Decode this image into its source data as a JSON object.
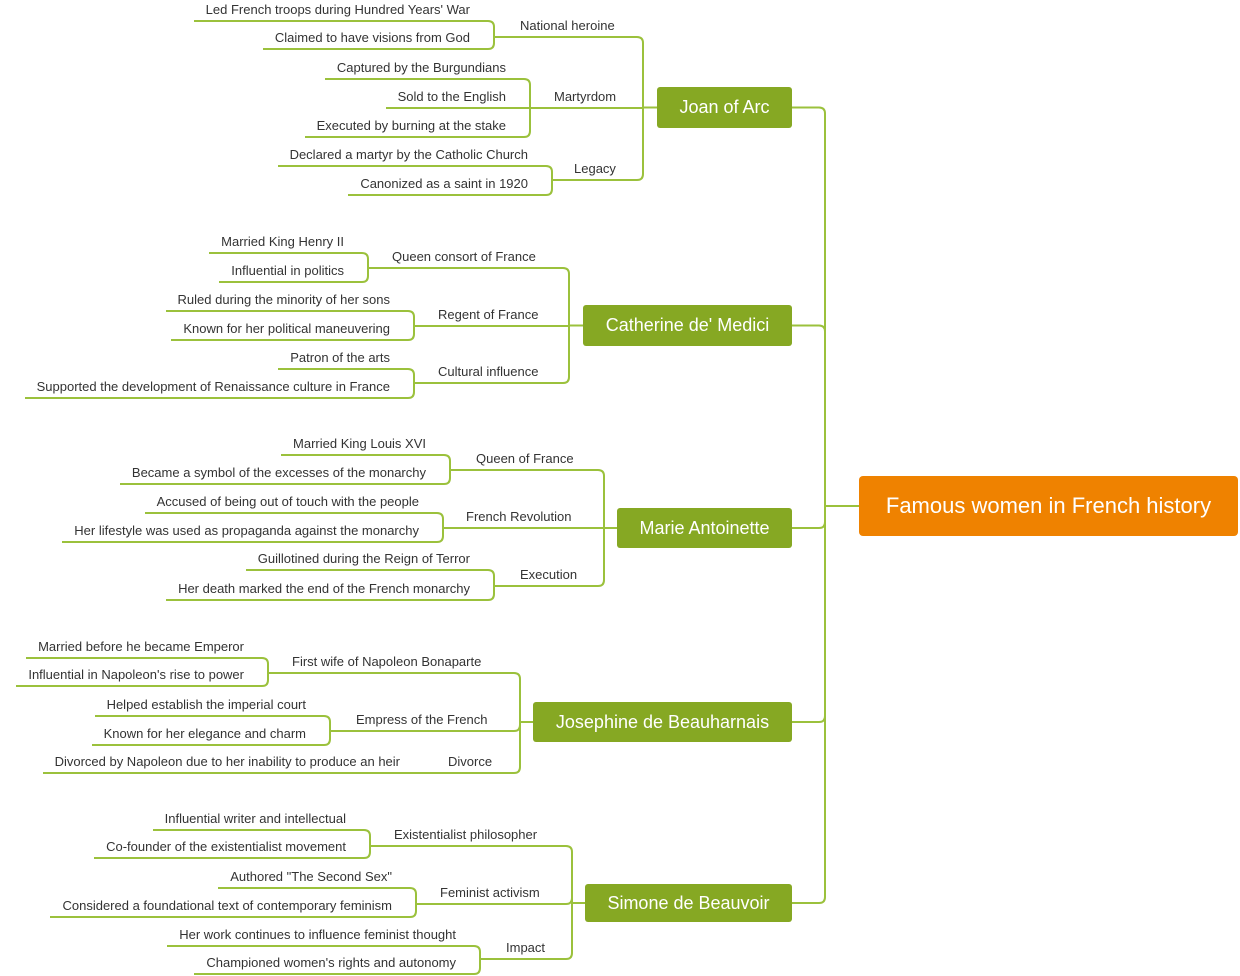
{
  "root": {
    "label": "Famous women in French history"
  },
  "topics": [
    {
      "label": "Joan of Arc",
      "subtopics": [
        {
          "label": "National heroine",
          "leaves": [
            "Led French troops during Hundred Years' War",
            "Claimed to have visions from God"
          ]
        },
        {
          "label": "Martyrdom",
          "leaves": [
            "Captured by the Burgundians",
            "Sold to the English",
            "Executed by burning at the stake"
          ]
        },
        {
          "label": "Legacy",
          "leaves": [
            "Declared a martyr by the Catholic Church",
            "Canonized as a saint in 1920"
          ]
        }
      ]
    },
    {
      "label": "Catherine de' Medici",
      "subtopics": [
        {
          "label": "Queen consort of France",
          "leaves": [
            "Married King Henry II",
            "Influential in politics"
          ]
        },
        {
          "label": "Regent of France",
          "leaves": [
            "Ruled during the minority of her sons",
            "Known for her political maneuvering"
          ]
        },
        {
          "label": "Cultural influence",
          "leaves": [
            "Patron of the arts",
            "Supported the development of Renaissance culture in France"
          ]
        }
      ]
    },
    {
      "label": "Marie Antoinette",
      "subtopics": [
        {
          "label": "Queen of France",
          "leaves": [
            "Married King Louis XVI",
            "Became a symbol of the excesses of the monarchy"
          ]
        },
        {
          "label": "French Revolution",
          "leaves": [
            "Accused of being out of touch with the people",
            "Her lifestyle was used as propaganda against the monarchy"
          ]
        },
        {
          "label": "Execution",
          "leaves": [
            "Guillotined during the Reign of Terror",
            "Her death marked the end of the French monarchy"
          ]
        }
      ]
    },
    {
      "label": "Josephine de Beauharnais",
      "subtopics": [
        {
          "label": "First wife of Napoleon Bonaparte",
          "leaves": [
            "Married before he became Emperor",
            "Influential in Napoleon's rise to power"
          ]
        },
        {
          "label": "Empress of the French",
          "leaves": [
            "Helped establish the imperial court",
            "Known for her elegance and charm"
          ]
        },
        {
          "label": "Divorce",
          "leaves": [
            "Divorced by Napoleon due to her inability to produce an heir"
          ]
        }
      ]
    },
    {
      "label": "Simone de Beauvoir",
      "subtopics": [
        {
          "label": "Existentialist philosopher",
          "leaves": [
            "Influential writer and intellectual",
            "Co-founder of the existentialist movement"
          ]
        },
        {
          "label": "Feminist activism",
          "leaves": [
            "Authored \"The Second Sex\"",
            "Considered a foundational text of contemporary feminism"
          ]
        },
        {
          "label": "Impact",
          "leaves": [
            "Her work continues to influence feminist thought",
            "Championed women's rights and autonomy"
          ]
        }
      ]
    }
  ],
  "colors": {
    "root": "#ef8200",
    "topic": "#86a823",
    "line": "#9bc13c",
    "text": "#333333"
  }
}
